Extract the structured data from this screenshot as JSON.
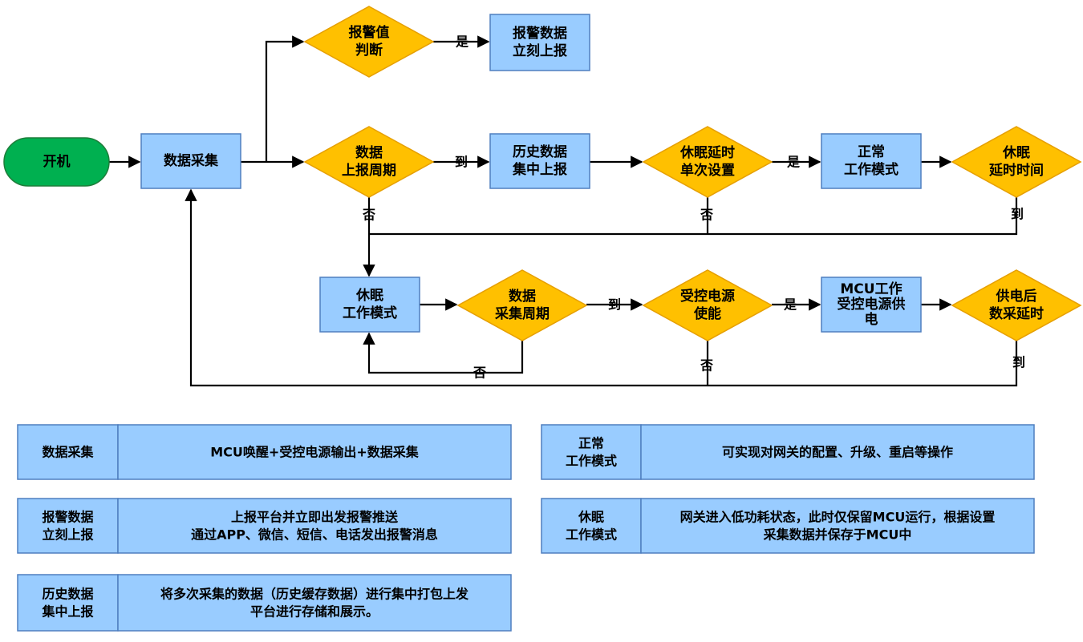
{
  "colors": {
    "box_fill": "#99CCFF",
    "box_stroke": "#4F7FBF",
    "diamond_fill": "#FFC000",
    "diamond_stroke": "#E69F00",
    "start_fill": "#00B050",
    "start_stroke": "#1E7D3A",
    "line": "#000000"
  },
  "nodes": {
    "start": [
      "开机"
    ],
    "collect": [
      "数据采集"
    ],
    "alarm_check": [
      "报警值",
      "判断"
    ],
    "alarm_report": [
      "报警数据",
      "立刻上报"
    ],
    "report_cycle": [
      "数据",
      "上报周期"
    ],
    "history_report": [
      "历史数据",
      "集中上报"
    ],
    "sleep_delay_set": [
      "休眠延时",
      "单次设置"
    ],
    "normal_mode": [
      "正常",
      "工作模式"
    ],
    "sleep_delay_time": [
      "休眠",
      "延时时间"
    ],
    "sleep_mode": [
      "休眠",
      "工作模式"
    ],
    "collect_cycle": [
      "数据",
      "采集周期"
    ],
    "power_enable": [
      "受控电源",
      "使能"
    ],
    "mcu_power": [
      "MCU工作",
      "受控电源供",
      "电"
    ],
    "power_delay": [
      "供电后",
      "数采延时"
    ]
  },
  "edge_labels": {
    "yes": "是",
    "no": "否",
    "arrive": "到"
  },
  "legend": [
    {
      "term": [
        "数据采集"
      ],
      "desc": [
        "MCU唤醒+受控电源输出+数据采集"
      ]
    },
    {
      "term": [
        "报警数据",
        "立刻上报"
      ],
      "desc": [
        "上报平台并立即出发报警推送",
        "通过APP、微信、短信、电话发出报警消息"
      ]
    },
    {
      "term": [
        "历史数据",
        "集中上报"
      ],
      "desc": [
        "将多次采集的数据（历史缓存数据）进行集中打包上发",
        "平台进行存储和展示。"
      ]
    },
    {
      "term": [
        "正常",
        "工作模式"
      ],
      "desc": [
        "可实现对网关的配置、升级、重启等操作"
      ]
    },
    {
      "term": [
        "休眠",
        "工作模式"
      ],
      "desc": [
        "网关进入低功耗状态，此时仅保留MCU运行，根据设置",
        "采集数据并保存于MCU中"
      ]
    }
  ]
}
